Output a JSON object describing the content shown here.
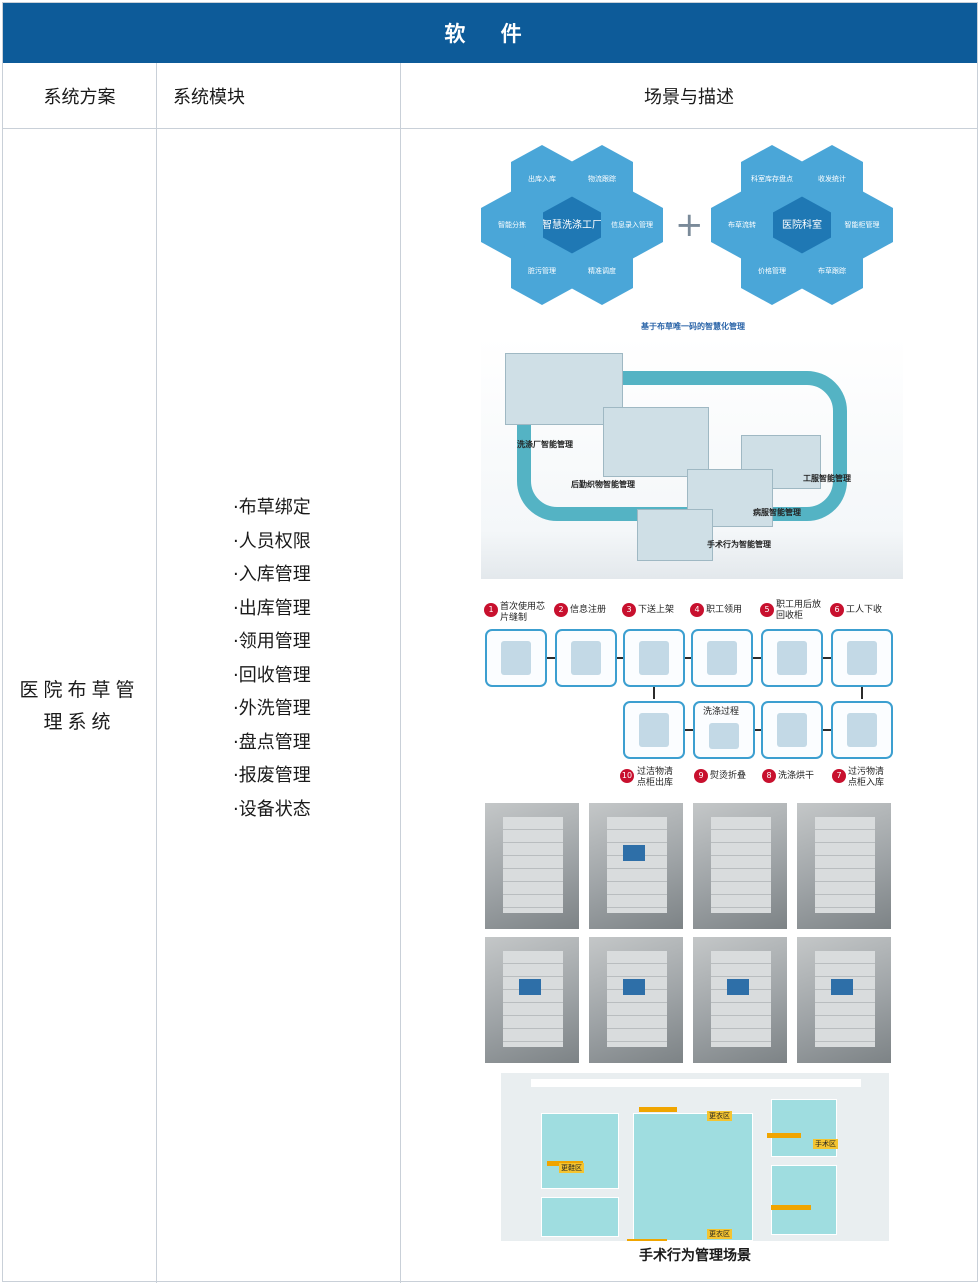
{
  "header": {
    "title": "软 件"
  },
  "columns": {
    "c1": "系统方案",
    "c2": "系统模块",
    "c3": "场景与描述"
  },
  "system": {
    "name_line1": "医院布草管",
    "name_line2": "理系统"
  },
  "modules": [
    "·布草绑定",
    "·人员权限",
    "·入库管理",
    "·出库管理",
    "·领用管理",
    "·回收管理",
    "·外洗管理",
    "·盘点管理",
    "·报废管理",
    "·设备状态"
  ],
  "hex_left": {
    "center": "智慧洗涤工厂",
    "items": [
      "出库入库",
      "物流跟踪",
      "智能分拣",
      "信息录入管理",
      "脏污管理",
      "精准调度"
    ]
  },
  "hex_right": {
    "center": "医院科室",
    "items": [
      "科室库存盘点",
      "收发统计",
      "布草流转",
      "智能柜管理",
      "价格管理",
      "布草跟踪"
    ]
  },
  "hex_plus": "+",
  "hex_caption": "基于布草唯一码的智慧化管理",
  "iso_labels": {
    "laundry": "洗涤厂智能管理",
    "logistics": "后勤织物智能管理",
    "uniform": "工服智能管理",
    "ward": "病服智能管理",
    "surgery": "手术行为智能管理"
  },
  "flow_steps": [
    {
      "num": "1",
      "label": "首次使用芯片缝制"
    },
    {
      "num": "2",
      "label": "信息注册"
    },
    {
      "num": "3",
      "label": "下送上架"
    },
    {
      "num": "4",
      "label": "职工领用"
    },
    {
      "num": "5",
      "label": "职工用后放回收柜"
    },
    {
      "num": "6",
      "label": "工人下收"
    },
    {
      "num": "7",
      "label": "过污物清点柜入库"
    },
    {
      "num": "8",
      "label": "洗涤烘干"
    },
    {
      "num": "9",
      "label": "熨烫折叠"
    },
    {
      "num": "10",
      "label": "过洁物清点柜出库"
    }
  ],
  "flow_inner": {
    "wash_process": "洗涤过程"
  },
  "or_scene": {
    "title": "手术行为管理场景",
    "tags": [
      "更衣区",
      "手术区",
      "更鞋区",
      "更衣区"
    ]
  },
  "colors": {
    "title_bar": "#0d5b99",
    "hex_light": "#4aa6d8",
    "hex_dark": "#1f78b4",
    "track": "#54b3c4",
    "step_num": "#c8102e"
  }
}
